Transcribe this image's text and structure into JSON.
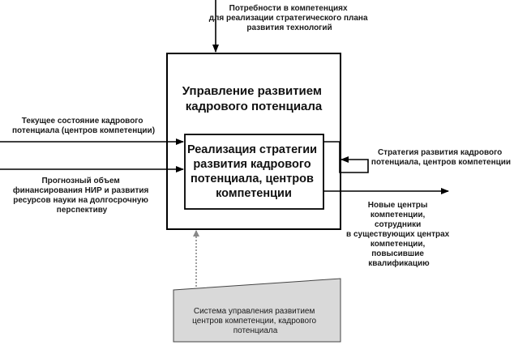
{
  "top_input": {
    "lines": [
      "Потребности в компетенциях",
      "для реализации стратегического плана",
      "развития технологий"
    ]
  },
  "outer_box": {
    "title": [
      "Управление развитием",
      "кадрового потенциала"
    ]
  },
  "inner_box": {
    "title": [
      "Реализация стратегии",
      "развития кадрового",
      "потенциала, центров",
      "компетенции"
    ]
  },
  "left_input_1": {
    "lines": [
      "Текущее состояние кадрового",
      "потенциала (центров компетенции)"
    ]
  },
  "left_input_2": {
    "lines": [
      "Прогнозный объем",
      "финансирования НИР и развития",
      "ресурсов науки на долгосрочную",
      "перспективу"
    ]
  },
  "feedback": {
    "lines": [
      "Стратегия развития кадрового",
      "потенциала, центров компетенции"
    ]
  },
  "output": {
    "lines": [
      "Новые центры",
      "компетенции,",
      "сотрудники",
      "в существующих центрах",
      "компетенции,",
      "повысившие",
      "квалификацию"
    ]
  },
  "mechanism": {
    "lines": [
      "Система управления развитием",
      "центров компетенции, кадрового",
      "потенциала"
    ]
  }
}
